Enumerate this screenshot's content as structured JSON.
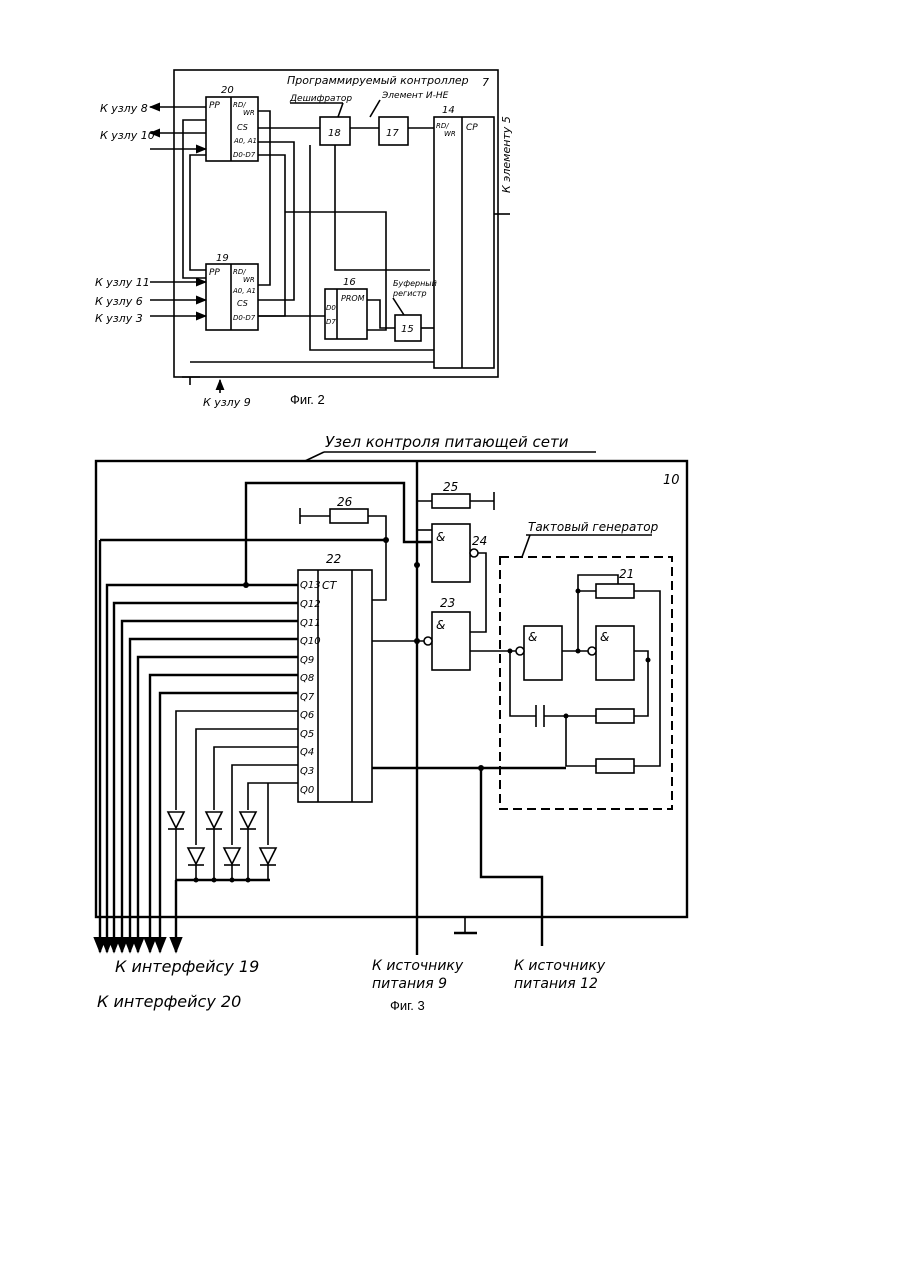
{
  "fig2": {
    "caption": "Фиг. 2",
    "title": "Программируемый контроллер",
    "number": "7",
    "labels": {
      "node8": "К узлу 8",
      "node10": "К узлу 10",
      "node11": "К узлу 11",
      "node6": "К узлу 6",
      "node3": "К узлу 3",
      "node9": "К узлу 9",
      "element5": "К элементу 5",
      "decoder": "Дешифратор",
      "nand": "Элемент И-НЕ",
      "buffer1": "Буферный",
      "buffer2": "регистр"
    },
    "blocks": {
      "b20": {
        "num": "20",
        "name": "PP",
        "p1": "RD/",
        "p1b": "WR",
        "p2": "CS",
        "p3": "A0, A1",
        "p4": "D0-D7"
      },
      "b19": {
        "num": "19",
        "name": "PP",
        "p1": "RD/",
        "p1b": "WR",
        "p2": "A0, A1",
        "p3": "CS",
        "p4": "D0-D7"
      },
      "b18": {
        "num": "18"
      },
      "b17": {
        "num": "17"
      },
      "b14": {
        "num": "14",
        "name": "CP",
        "p1": "RD/",
        "p1b": "WR"
      },
      "b16": {
        "num": "16",
        "name": "PROM",
        "p1": "D0",
        "p2": "D7"
      },
      "b15": {
        "num": "15"
      }
    }
  },
  "fig3": {
    "caption": "Фиг. 3",
    "title": "Узел контроля питающей сети",
    "number": "10",
    "clock_label": "Тактовый генератор",
    "counter": {
      "num": "22",
      "name": "CT",
      "outputs": [
        "Q13",
        "Q12",
        "Q11",
        "Q10",
        "Q9",
        "Q8",
        "Q7",
        "Q6",
        "Q5",
        "Q4",
        "Q3",
        "Q0"
      ]
    },
    "parts": {
      "r26": "26",
      "r25": "25",
      "g24": "24",
      "g23": "23",
      "gen21": "21",
      "amp": "&"
    },
    "labels": {
      "iface19": "К интерфейсу 19",
      "iface20": "К интерфейсу 20",
      "src9a": "К источнику",
      "src9b": "питания 9",
      "src12a": "К источнику",
      "src12b": "питания 12"
    }
  }
}
